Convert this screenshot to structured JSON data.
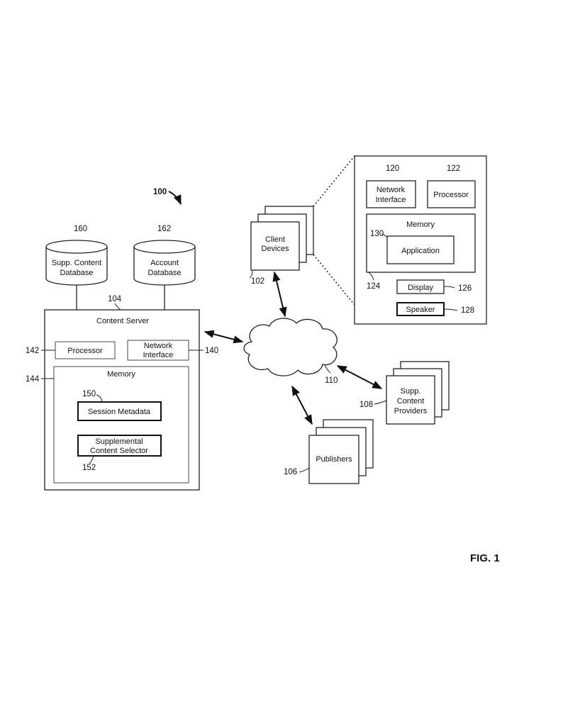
{
  "figure": {
    "system_ref": "100",
    "fig_label": "FIG. 1"
  },
  "databases": {
    "supp": {
      "ref": "160",
      "line1": "Supp. Content",
      "line2": "Database"
    },
    "account": {
      "ref": "162",
      "line1": "Account",
      "line2": "Database"
    }
  },
  "content_server": {
    "ref": "104",
    "title": "Content Server",
    "processor": {
      "ref": "142",
      "label": "Processor"
    },
    "network_interface": {
      "ref": "140",
      "line1": "Network",
      "line2": "Interface"
    },
    "memory": {
      "ref": "144",
      "label": "Memory"
    },
    "session_metadata": {
      "ref": "150",
      "label": "Session Metadata"
    },
    "selector": {
      "ref": "152",
      "line1": "Supplemental",
      "line2": "Content Selector"
    }
  },
  "client_devices": {
    "ref": "102",
    "line1": "Client",
    "line2": "Devices"
  },
  "device_detail": {
    "network_interface": {
      "ref": "120",
      "line1": "Network",
      "line2": "Interface"
    },
    "processor": {
      "ref": "122",
      "label": "Processor"
    },
    "memory": {
      "ref": "124",
      "label": "Memory"
    },
    "application": {
      "ref": "130",
      "label": "Application"
    },
    "display": {
      "ref": "126",
      "label": "Display"
    },
    "speaker": {
      "ref": "128",
      "label": "Speaker"
    }
  },
  "network": {
    "ref": "110"
  },
  "supp_providers": {
    "ref": "108",
    "line1": "Supp.",
    "line2": "Content",
    "line3": "Providers"
  },
  "publishers": {
    "ref": "106",
    "label": "Publishers"
  }
}
